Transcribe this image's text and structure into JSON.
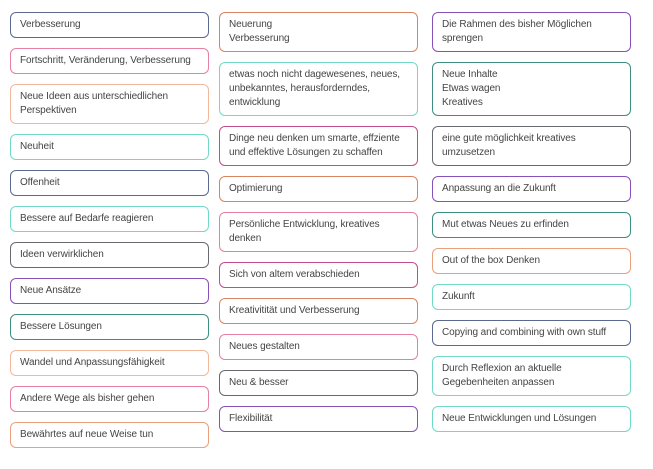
{
  "palette": {
    "navy": "#5b6990",
    "pink": "#e67fa1",
    "orange": "#eaa07c",
    "lightorange": "#f2b89b",
    "teal": "#72d9c6",
    "darkteal": "#3f8f80",
    "gray": "#666a70",
    "purple": "#8752b8",
    "magenta": "#c24d8e",
    "rust": "#d98460"
  },
  "columns": [
    [
      {
        "text": "Verbesserung",
        "color": "navy"
      },
      {
        "text": "Fortschritt, Veränderung, Verbesserung",
        "color": "pink"
      },
      {
        "text": "Neue Ideen aus unterschiedlichen\nPerspektiven",
        "color": "lightorange"
      },
      {
        "text": "Neuheit",
        "color": "teal"
      },
      {
        "text": "Offenheit",
        "color": "navy"
      },
      {
        "text": "Bessere auf Bedarfe reagieren",
        "color": "teal"
      },
      {
        "text": "Ideen verwirklichen",
        "color": "gray"
      },
      {
        "text": "Neue Ansätze",
        "color": "purple"
      },
      {
        "text": "Bessere Lösungen",
        "color": "darkteal"
      },
      {
        "text": "Wandel und Anpassungsfähigkeit",
        "color": "lightorange"
      },
      {
        "text": "Andere Wege als bisher gehen",
        "color": "pink"
      },
      {
        "text": "Bewährtes auf neue Weise tun",
        "color": "orange"
      }
    ],
    [
      {
        "text": "Neuerung\nVerbesserung",
        "color": "rust"
      },
      {
        "text": "etwas noch nicht dagewesenes, neues,\nunbekanntes, herausforderndes,\nentwicklung",
        "color": "teal"
      },
      {
        "text": "Dinge neu denken um smarte, effziente\nund effektive Lösungen zu schaffen",
        "color": "magenta"
      },
      {
        "text": "Optimierung",
        "color": "rust"
      },
      {
        "text": "Persönliche Entwicklung, kreatives\ndenken",
        "color": "pink"
      },
      {
        "text": "Sich von altem verabschieden",
        "color": "magenta"
      },
      {
        "text": "Kreativitität und Verbesserung",
        "color": "rust"
      },
      {
        "text": "Neues gestalten",
        "color": "pink"
      },
      {
        "text": "Neu & besser",
        "color": "gray"
      },
      {
        "text": "Flexibilität",
        "color": "purple"
      }
    ],
    [
      {
        "text": "Die Rahmen des bisher Möglichen\nsprengen",
        "color": "purple"
      },
      {
        "text": "Neue Inhalte\nEtwas wagen\nKreatives",
        "color": "darkteal"
      },
      {
        "text": "eine gute möglichkeit kreatives\numzusetzen",
        "color": "gray"
      },
      {
        "text": "Anpassung an die Zukunft",
        "color": "purple"
      },
      {
        "text": "Mut etwas Neues zu erfinden",
        "color": "darkteal"
      },
      {
        "text": "Out of the box Denken",
        "color": "orange"
      },
      {
        "text": "Zukunft",
        "color": "teal"
      },
      {
        "text": "Copying and combining with own stuff",
        "color": "navy"
      },
      {
        "text": "Durch Reflexion an aktuelle\nGegebenheiten anpassen",
        "color": "teal"
      },
      {
        "text": "Neue Entwicklungen und Lösungen",
        "color": "teal"
      }
    ]
  ]
}
